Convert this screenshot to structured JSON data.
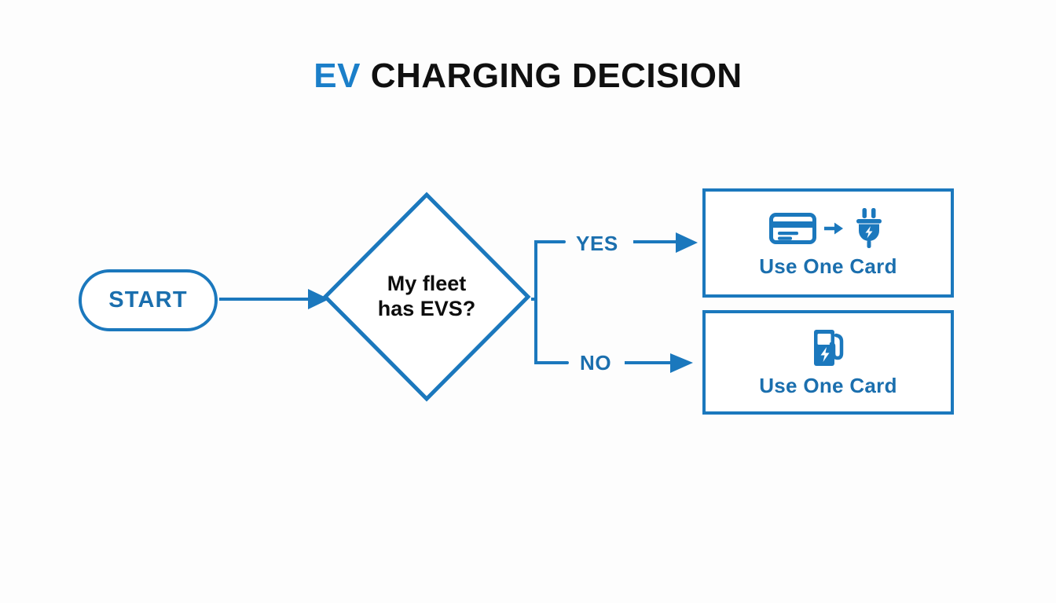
{
  "diagram": {
    "title": {
      "accent": "EV",
      "rest": " CHARGING DECISION",
      "full": "EV CHARGING DECISION"
    },
    "colors": {
      "accent_blue": "#1b7fc9",
      "shape_blue": "#1b78bd",
      "text_blue": "#1b6fae",
      "text_black": "#0d0d0d",
      "background": "#fdfdfd"
    },
    "nodes": {
      "start": {
        "label": "START",
        "shape": "stadium"
      },
      "decision": {
        "line1": "My fleet",
        "line2": "has EVS?",
        "shape": "diamond"
      },
      "outcome_ev": {
        "label": "Use One Card",
        "shape": "rectangle",
        "icons": [
          "credit-card-icon",
          "arrow-right-icon",
          "ev-plug-icon"
        ]
      },
      "outcome_gas": {
        "label": "Use One Card",
        "shape": "rectangle",
        "icons": [
          "fuel-pump-icon"
        ]
      }
    },
    "branches": {
      "yes": "YES",
      "no": "NO"
    }
  }
}
